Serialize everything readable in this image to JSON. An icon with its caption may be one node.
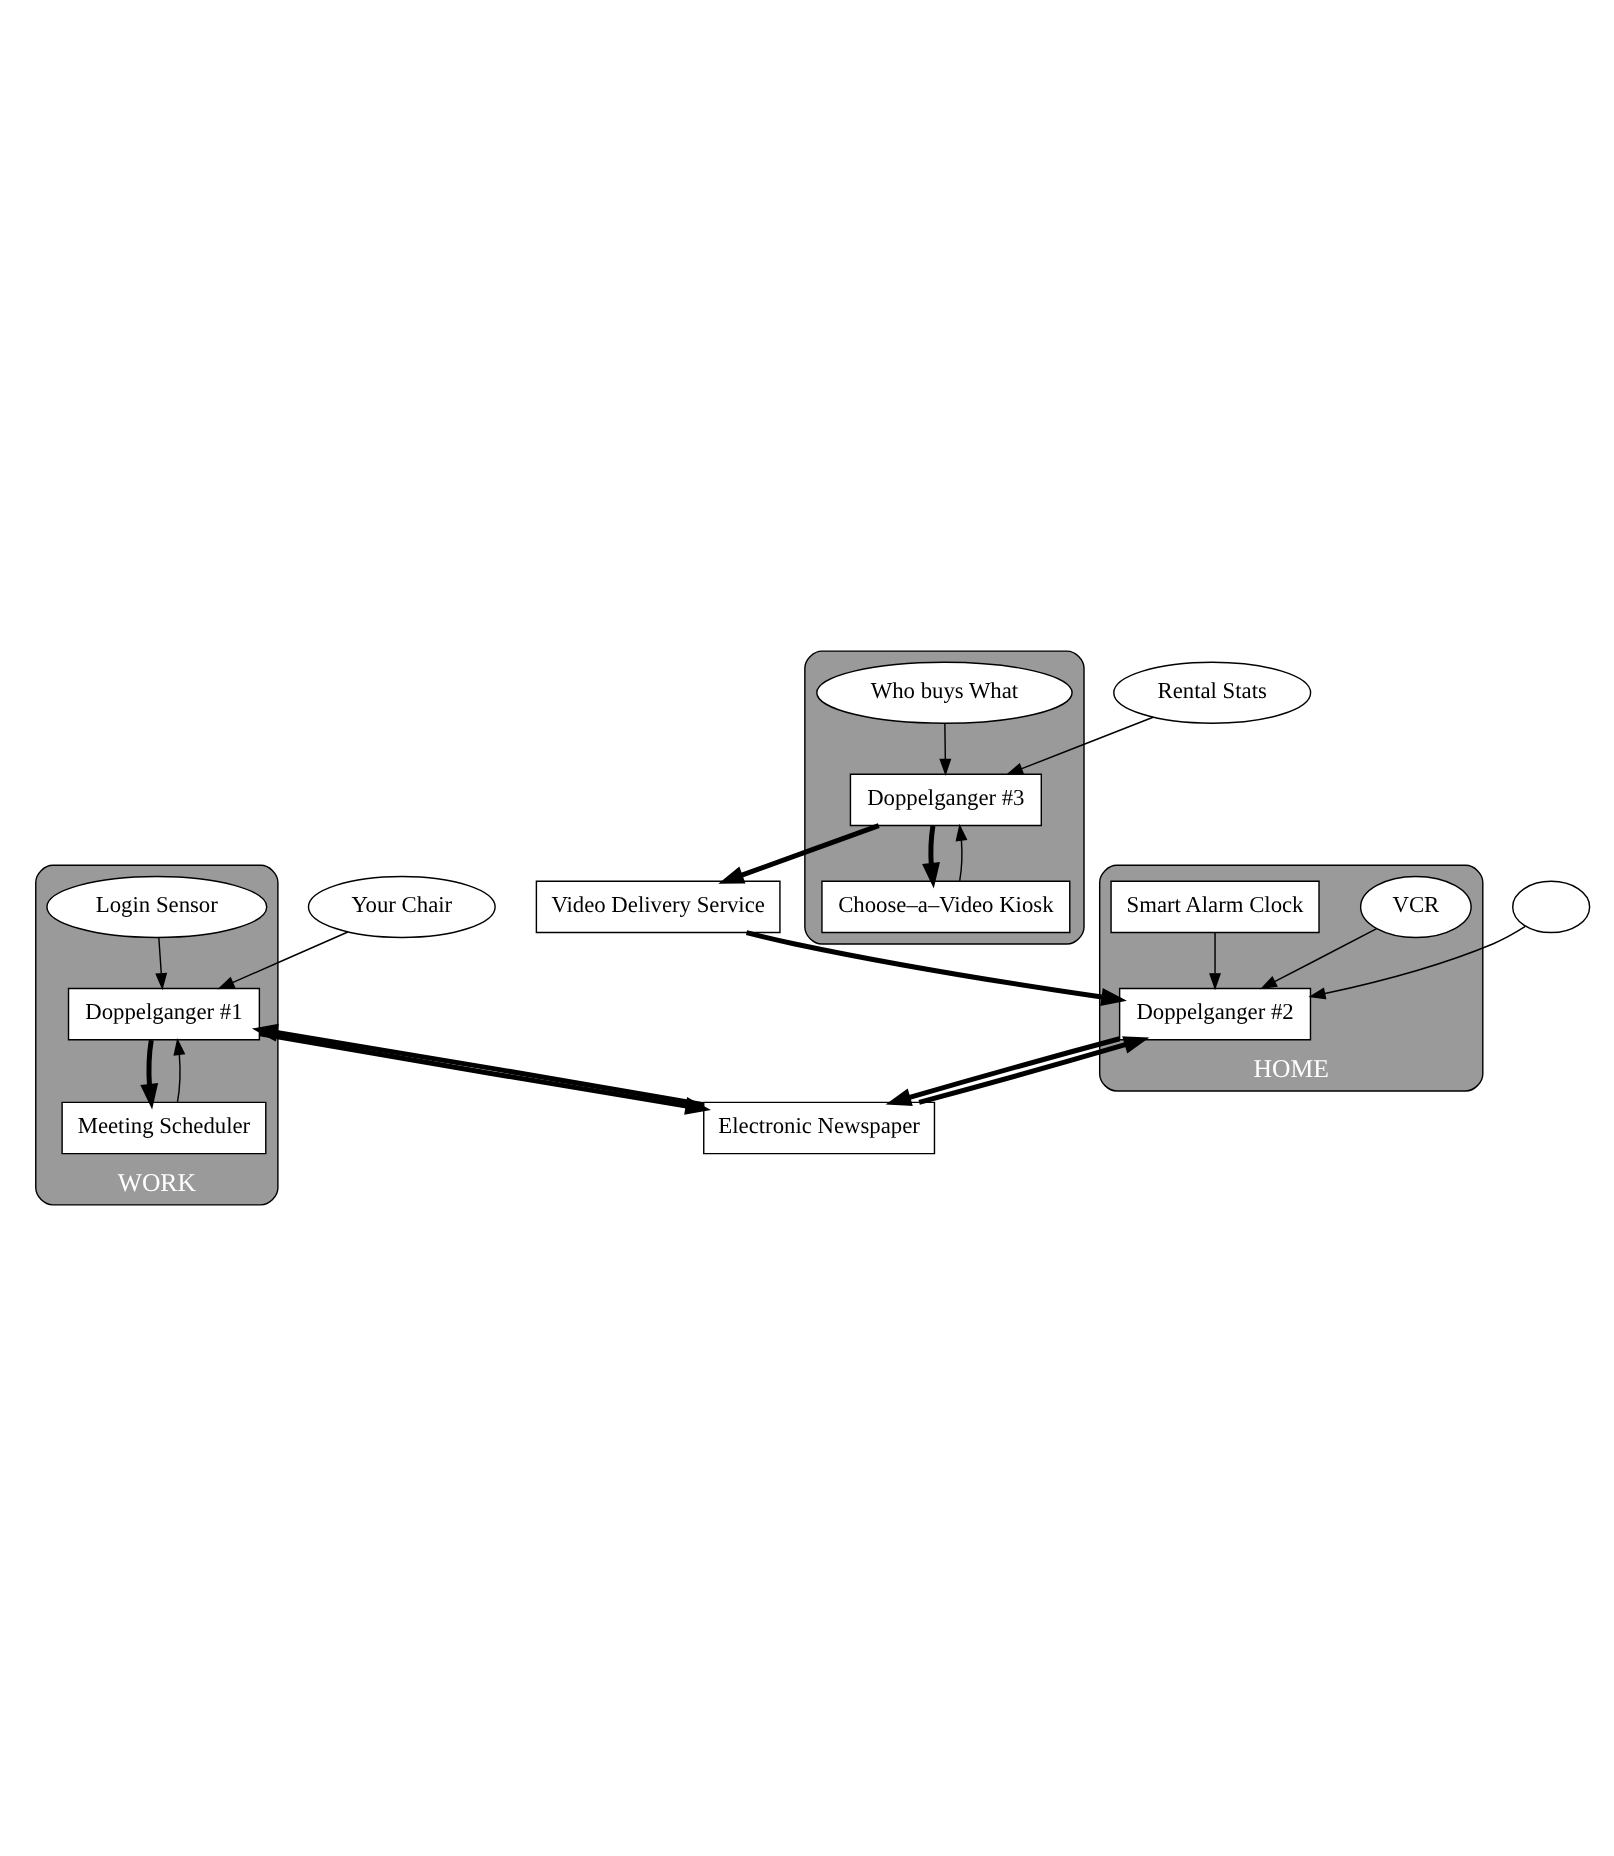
{
  "diagram": {
    "nodes": [
      {
        "text": [
          "WORK"
        ]
      },
      {
        "text": [
          "Login Sensor"
        ],
        "in": 0
      },
      {
        "text": [
          "Your Chair"
        ]
      },
      {
        "text": [
          "Doppelganger #1"
        ],
        "in": 0
      },
      {
        "text": [
          "Meeting Scheduler"
        ],
        "in": 0
      },
      {
        "text": [
          "HOME"
        ]
      },
      {
        "text": [
          "VCR"
        ],
        "in": 5
      },
      {
        "text": [],
        "shape": "ellipse"
      },
      {
        "text": [
          "Doppelganger #2"
        ],
        "in": 5
      },
      {
        "text": [
          "Smart Alarm Clock"
        ],
        "in": 5
      },
      {
        "text": [
          "Electronic Newspaper"
        ]
      },
      {
        "text": [
          "Video Delivery Service"
        ]
      },
      {
        "text": [],
        "shape": "blob"
      },
      {
        "text": [
          "Who buys What"
        ],
        "in": 12
      },
      {
        "text": [
          "Doppelganger #3"
        ],
        "in": 12
      },
      {
        "text": [
          "Choose–a–Video Kiosk"
        ],
        "in": 12
      },
      {
        "text": [
          "Rental Stats"
        ]
      }
    ],
    "edges": [
      {
        "from": 1,
        "to": 3,
        "arrow": "to"
      },
      {
        "from": 2,
        "to": 3,
        "arrow": "to"
      },
      {
        "from": 3,
        "to": 4,
        "arrow": "to",
        "style": "thick"
      },
      {
        "from": 4,
        "to": 3,
        "arrow": "to"
      },
      {
        "from": 3,
        "to": 10,
        "arrow": "to",
        "style": "thick"
      },
      {
        "from": 10,
        "to": 3,
        "arrow": "to",
        "style": "thick"
      },
      {
        "from": 6,
        "to": 8,
        "arrow": "to"
      },
      {
        "from": 7,
        "to": 8,
        "arrow": "to"
      },
      {
        "from": 8,
        "to": 10,
        "arrow": "to",
        "style": "thick"
      },
      {
        "from": 10,
        "to": 8,
        "arrow": "to",
        "style": "thick"
      },
      {
        "from": 9,
        "to": 8,
        "arrow": "to"
      },
      {
        "from": 11,
        "to": 8,
        "arrow": "to",
        "style": "thick"
      },
      {
        "from": 13,
        "to": 14,
        "arrow": "to"
      },
      {
        "from": 14,
        "to": 11,
        "arrow": "to",
        "style": "thick"
      },
      {
        "from": 16,
        "to": 14,
        "arrow": "to"
      },
      {
        "from": 14,
        "to": 15,
        "arrow": "to",
        "style": "thick"
      },
      {
        "from": 15,
        "to": 14,
        "arrow": "to"
      }
    ]
  }
}
